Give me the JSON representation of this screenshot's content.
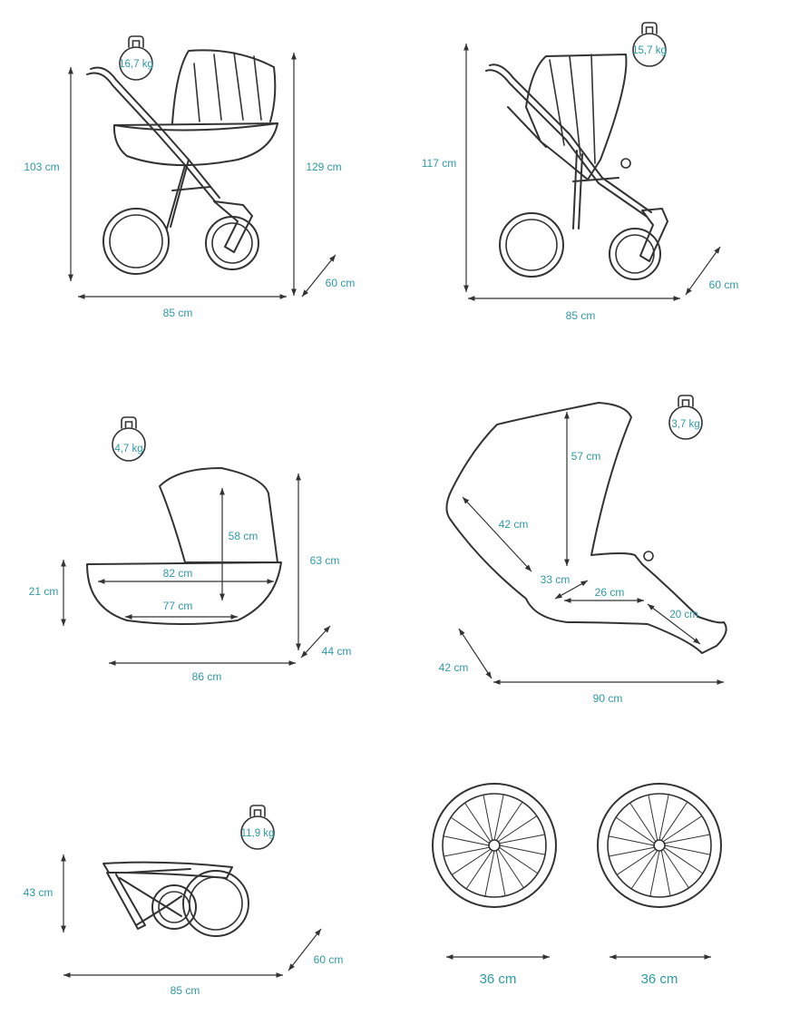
{
  "stroller_with_carrycot": {
    "weight": "16,7 kg",
    "handle_height": "103 cm",
    "total_height": "129 cm",
    "depth": "60 cm",
    "length": "85 cm"
  },
  "stroller_with_seat": {
    "weight": "15,7 kg",
    "height": "117 cm",
    "depth": "60 cm",
    "length": "85 cm"
  },
  "carrycot": {
    "weight": "4,7 kg",
    "inner_height": "58 cm",
    "outer_length": "82 cm",
    "inner_length": "77 cm",
    "body_height": "21 cm",
    "total_height": "63 cm",
    "width": "44 cm",
    "total_length": "86 cm"
  },
  "seat_unit": {
    "weight": "3,7 kg",
    "backrest_height": "57 cm",
    "backrest_length": "42 cm",
    "seat_depth": "33 cm",
    "seat_length": "26 cm",
    "legrest_length": "20 cm",
    "width": "42 cm",
    "total_length": "90 cm"
  },
  "folded_frame": {
    "weight": "11,9 kg",
    "height": "43 cm",
    "depth": "60 cm",
    "length": "85 cm"
  },
  "wheels": {
    "front_diameter": "36 cm",
    "rear_diameter": "36 cm"
  }
}
